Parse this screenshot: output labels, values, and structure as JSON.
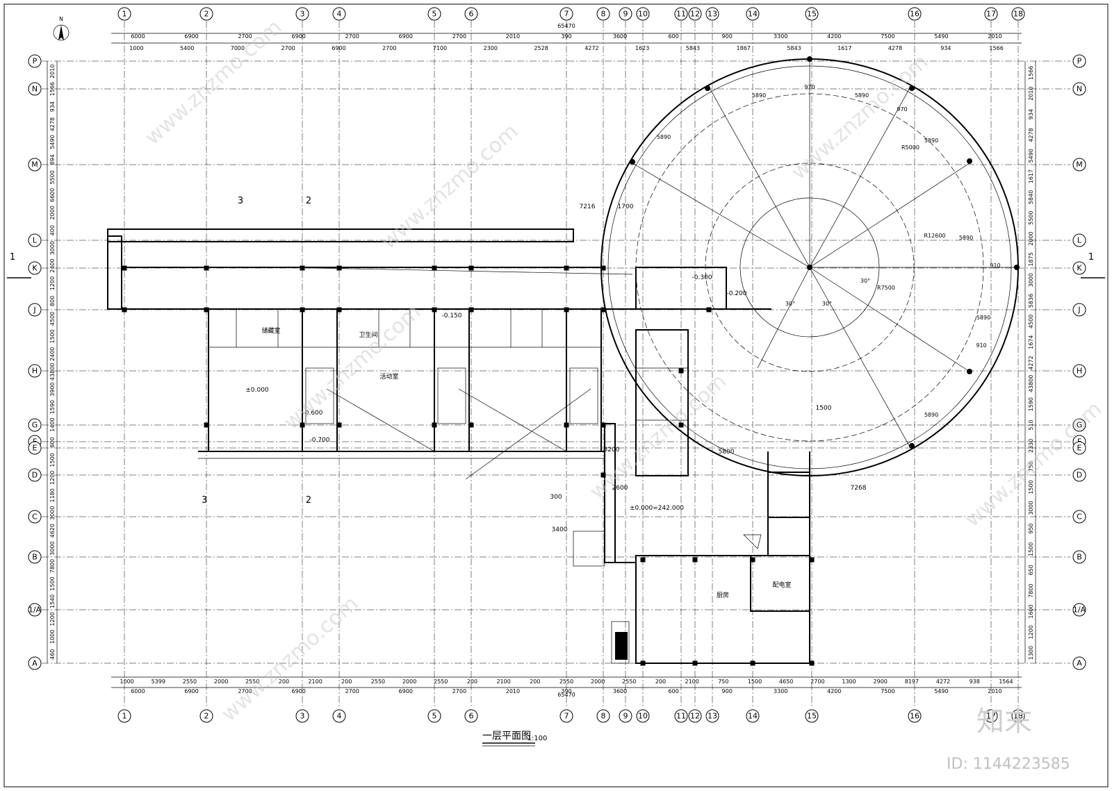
{
  "drawing": {
    "title": "一层平面图",
    "scale": "1:100",
    "north": "N",
    "total_dim": "65470"
  },
  "axes_x": [
    "1",
    "2",
    "3",
    "4",
    "5",
    "6",
    "7",
    "8",
    "9",
    "10",
    "11",
    "12",
    "13",
    "14",
    "15",
    "16",
    "17",
    "18"
  ],
  "axes_y": [
    "P",
    "N",
    "M",
    "L",
    "K",
    "J",
    "H",
    "G",
    "F",
    "E",
    "D",
    "C",
    "B",
    "1/A",
    "A"
  ],
  "dims_top_row1": [
    "6000",
    "6900",
    "2700",
    "6900",
    "2700",
    "6900",
    "2700",
    "2010",
    "390",
    "3600",
    "600",
    "900",
    "3300",
    "4200",
    "7500",
    "5490",
    "2010"
  ],
  "dims_top_row2": [
    "1000",
    "5400",
    "7000",
    "2700",
    "6900",
    "2700",
    "7100",
    "2300",
    "2528",
    "4272",
    "1623",
    "5843",
    "1867",
    "5843",
    "1617",
    "4278",
    "934",
    "1566"
  ],
  "dims_bottom_row1": [
    "1000",
    "5399",
    "2550",
    "2000",
    "2550",
    "200",
    "2100",
    "200",
    "2550",
    "2000",
    "2550",
    "200",
    "2100",
    "200",
    "2550",
    "2000",
    "2550",
    "200",
    "2100",
    "750",
    "1500",
    "4650",
    "2700",
    "1300",
    "2900",
    "8197",
    "4272",
    "938",
    "1564"
  ],
  "dims_bottom_row2": [
    "6000",
    "6900",
    "2700",
    "6900",
    "2700",
    "6900",
    "2700",
    "2010",
    "390",
    "3600",
    "600",
    "900",
    "3300",
    "4200",
    "7500",
    "5490",
    "2010"
  ],
  "dims_left": [
    "2010",
    "1566",
    "934",
    "4278",
    "5490",
    "894",
    "5500",
    "6600",
    "2000",
    "400",
    "3000",
    "2400",
    "1200",
    "800",
    "4500",
    "1500",
    "2400",
    "43800",
    "3900",
    "1590",
    "1400",
    "800",
    "1500",
    "1200",
    "1180",
    "3000",
    "4620",
    "3000",
    "7800",
    "1500",
    "1540",
    "1200",
    "1000",
    "460"
  ],
  "dims_right": [
    "1566",
    "2010",
    "934",
    "4278",
    "5490",
    "1617",
    "5840",
    "5500",
    "2000",
    "1875",
    "3000",
    "5836",
    "4500",
    "1674",
    "4272",
    "43800",
    "1590",
    "510",
    "2330",
    "750",
    "1500",
    "3000",
    "950",
    "1500",
    "650",
    "7800",
    "1600",
    "1200",
    "1300"
  ],
  "circle_dims": [
    "5890",
    "5890",
    "5890",
    "5890",
    "5890",
    "5890",
    "5890",
    "R5000",
    "R7500",
    "R12600",
    "970",
    "970",
    "910",
    "910",
    "30°",
    "30°",
    "30°"
  ],
  "section_marks": [
    "1",
    "1",
    "2",
    "2",
    "3",
    "3"
  ],
  "annotations": [
    "±0.000",
    "-0.150",
    "-0.300",
    "-0.600",
    "-0.700",
    "-0.200",
    "±0.000=242.000",
    "卫生间",
    "储藏室",
    "活动室",
    "厨房",
    "配电室",
    "7216",
    "7268",
    "5800",
    "3200",
    "2600",
    "3400",
    "300",
    "1700",
    "1500"
  ],
  "watermark": "www.znzmo.com",
  "logo": "知末",
  "id": "ID: 1144223585"
}
